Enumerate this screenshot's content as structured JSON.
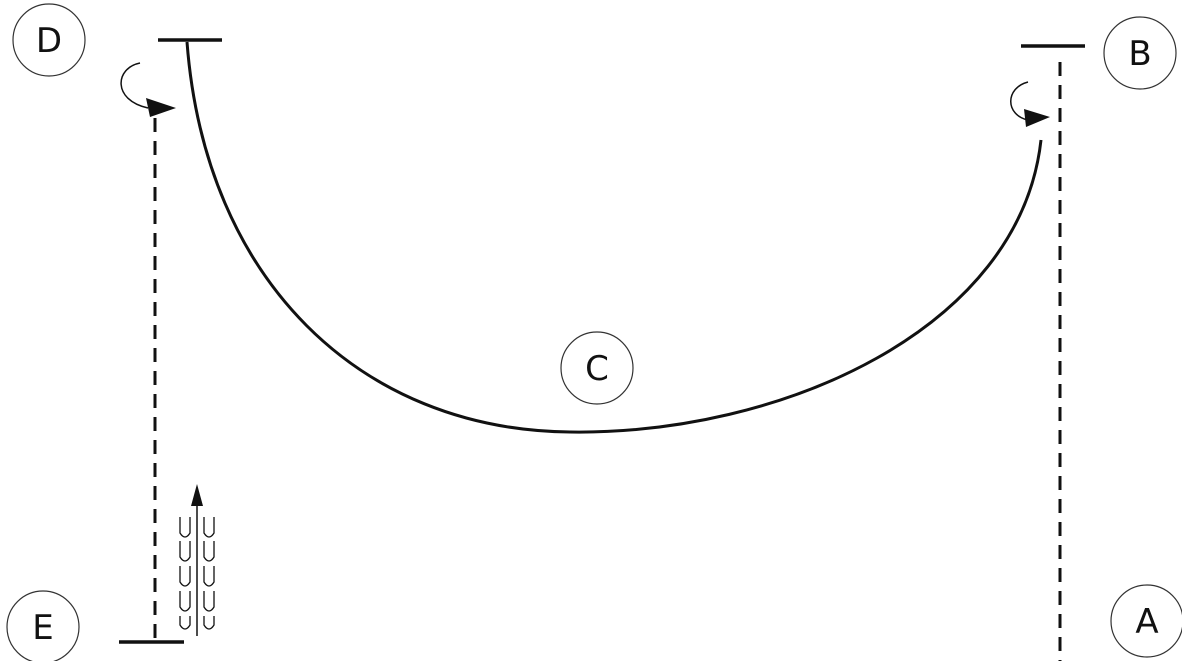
{
  "diagram": {
    "points": {
      "a": "A",
      "b": "B",
      "c": "C",
      "d": "D",
      "e": "E"
    },
    "line_color": "#111111",
    "background_color": "#ffffff",
    "path_segments": [
      "dashed-line-a-b",
      "curve-b-c-d",
      "dashed-line-d-e"
    ],
    "icons": [
      "turn-arrow-icon",
      "upward-arrow-icon",
      "footprints-icon"
    ]
  }
}
